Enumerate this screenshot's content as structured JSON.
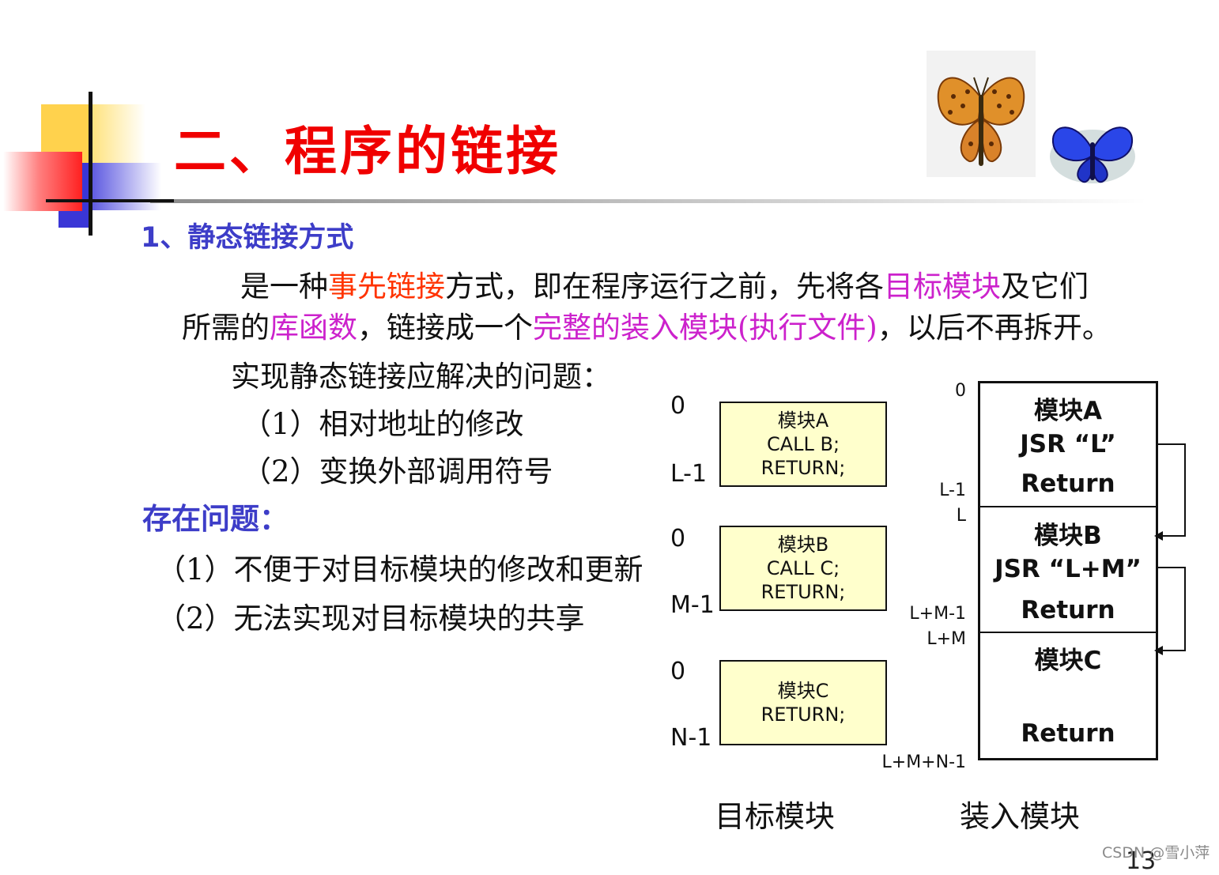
{
  "header": {
    "title": "二、程序的链接",
    "subtitle": "1、静态链接方式"
  },
  "paragraph": {
    "line1": [
      {
        "text": "是一种",
        "style": "normal"
      },
      {
        "text": "事先链接",
        "style": "red"
      },
      {
        "text": "方式，即在程序运行之前，先将各",
        "style": "normal"
      },
      {
        "text": "目标模块",
        "style": "mag"
      },
      {
        "text": "及它们",
        "style": "normal"
      }
    ],
    "line2": [
      {
        "text": "所需的",
        "style": "normal"
      },
      {
        "text": "库函数",
        "style": "mag"
      },
      {
        "text": "，链接成一个",
        "style": "normal"
      },
      {
        "text": "完整的装入模块(执行文件)",
        "style": "mag"
      },
      {
        "text": "，以后不再拆开。",
        "style": "normal"
      }
    ]
  },
  "problems_intro": "实现静态链接应解决的问题：",
  "problems": [
    "（1）相对地址的修改",
    "（2）变换外部调用符号"
  ],
  "existing_heading": "存在问题：",
  "existing": [
    "（1）不便于对目标模块的修改和更新",
    "（2）无法实现对目标模块的共享"
  ],
  "diagram": {
    "object_modules": [
      {
        "start": "0",
        "end": "L-1",
        "lines": [
          "模块A",
          "CALL B;",
          "RETURN;"
        ]
      },
      {
        "start": "0",
        "end": "M-1",
        "lines": [
          "模块B",
          "CALL C;",
          "RETURN;"
        ]
      },
      {
        "start": "0",
        "end": "N-1",
        "lines": [
          "模块C",
          "RETURN;"
        ]
      }
    ],
    "load_module": {
      "addresses": [
        "0",
        "L-1",
        "L",
        "L+M-1",
        "L+M",
        "L+M+N-1"
      ],
      "sections": [
        {
          "lines": [
            "模块A",
            "JSR “L”",
            "Return"
          ]
        },
        {
          "lines": [
            "模块B",
            "JSR “L+M”",
            "Return"
          ]
        },
        {
          "lines": [
            "模块C",
            "",
            "Return"
          ]
        }
      ]
    },
    "captions": {
      "object": "目标模块",
      "load": "装入模块"
    }
  },
  "watermark": "CSDN @雪小萍",
  "page_number": "13",
  "icons": [
    "butterfly-orange-icon",
    "butterfly-blue-icon"
  ]
}
